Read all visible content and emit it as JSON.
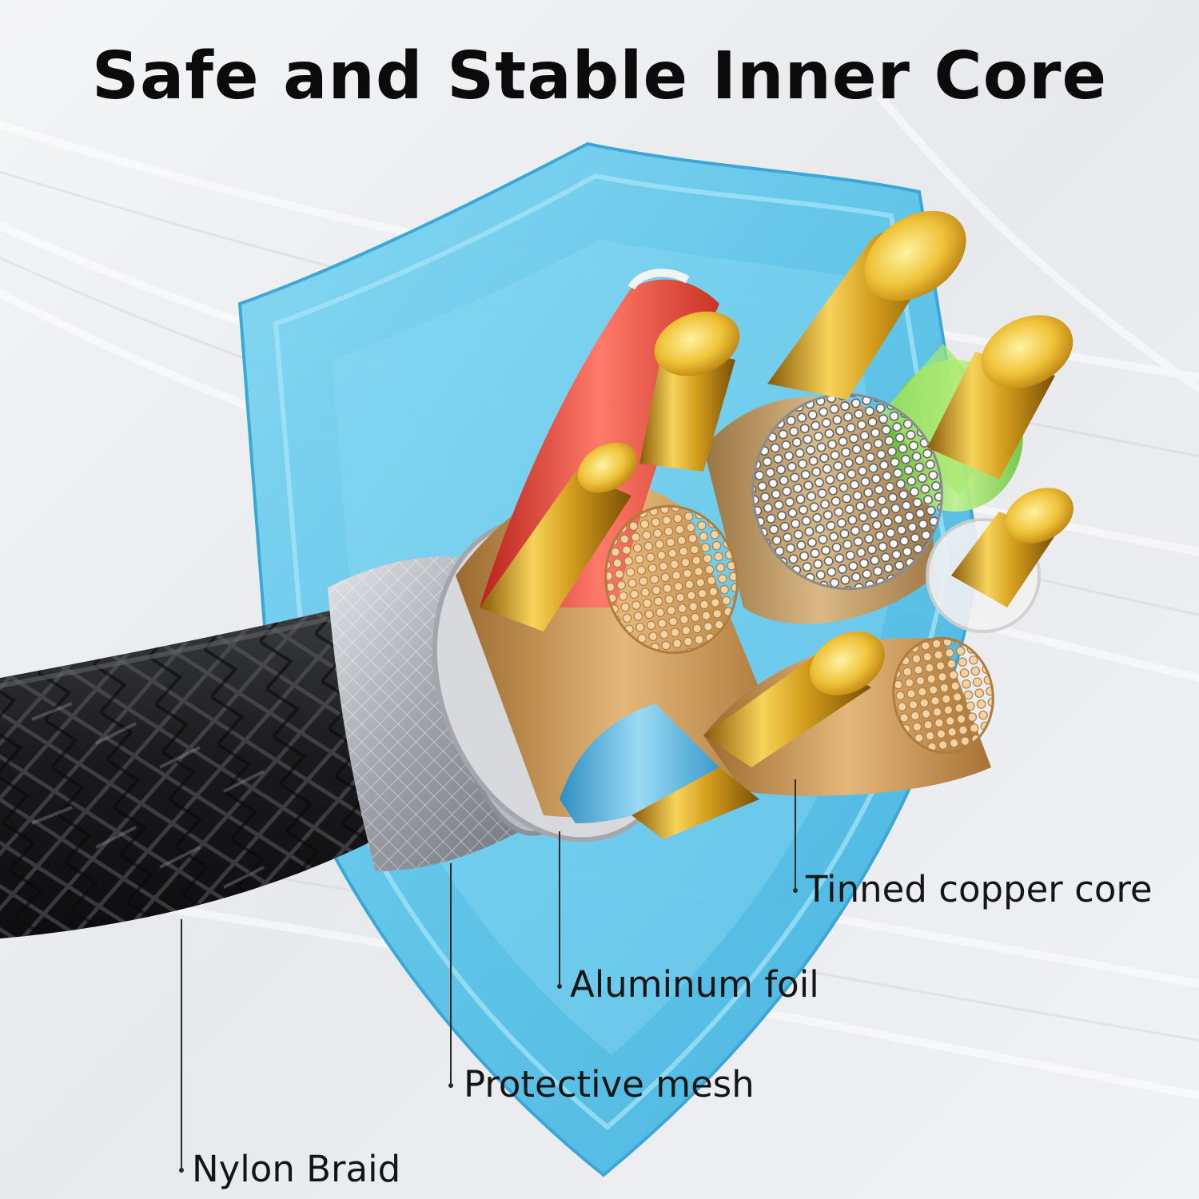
{
  "headline": "Safe and Stable Inner Core",
  "callouts": {
    "tinned_copper_core": "Tinned copper core",
    "aluminum_foil": "Aluminum foil",
    "protective_mesh": "Protective mesh",
    "nylon_braid": "Nylon Braid"
  },
  "colors": {
    "shield": "#5cc6ea",
    "braid": "#1e1e20",
    "mesh": "#b9bcc2",
    "gold": "#d8a52a",
    "copper": "#cf9a5c",
    "red_insulation": "#e0463a",
    "green_insulation": "#7fd24a",
    "blue_insulation": "#58b5e0"
  }
}
